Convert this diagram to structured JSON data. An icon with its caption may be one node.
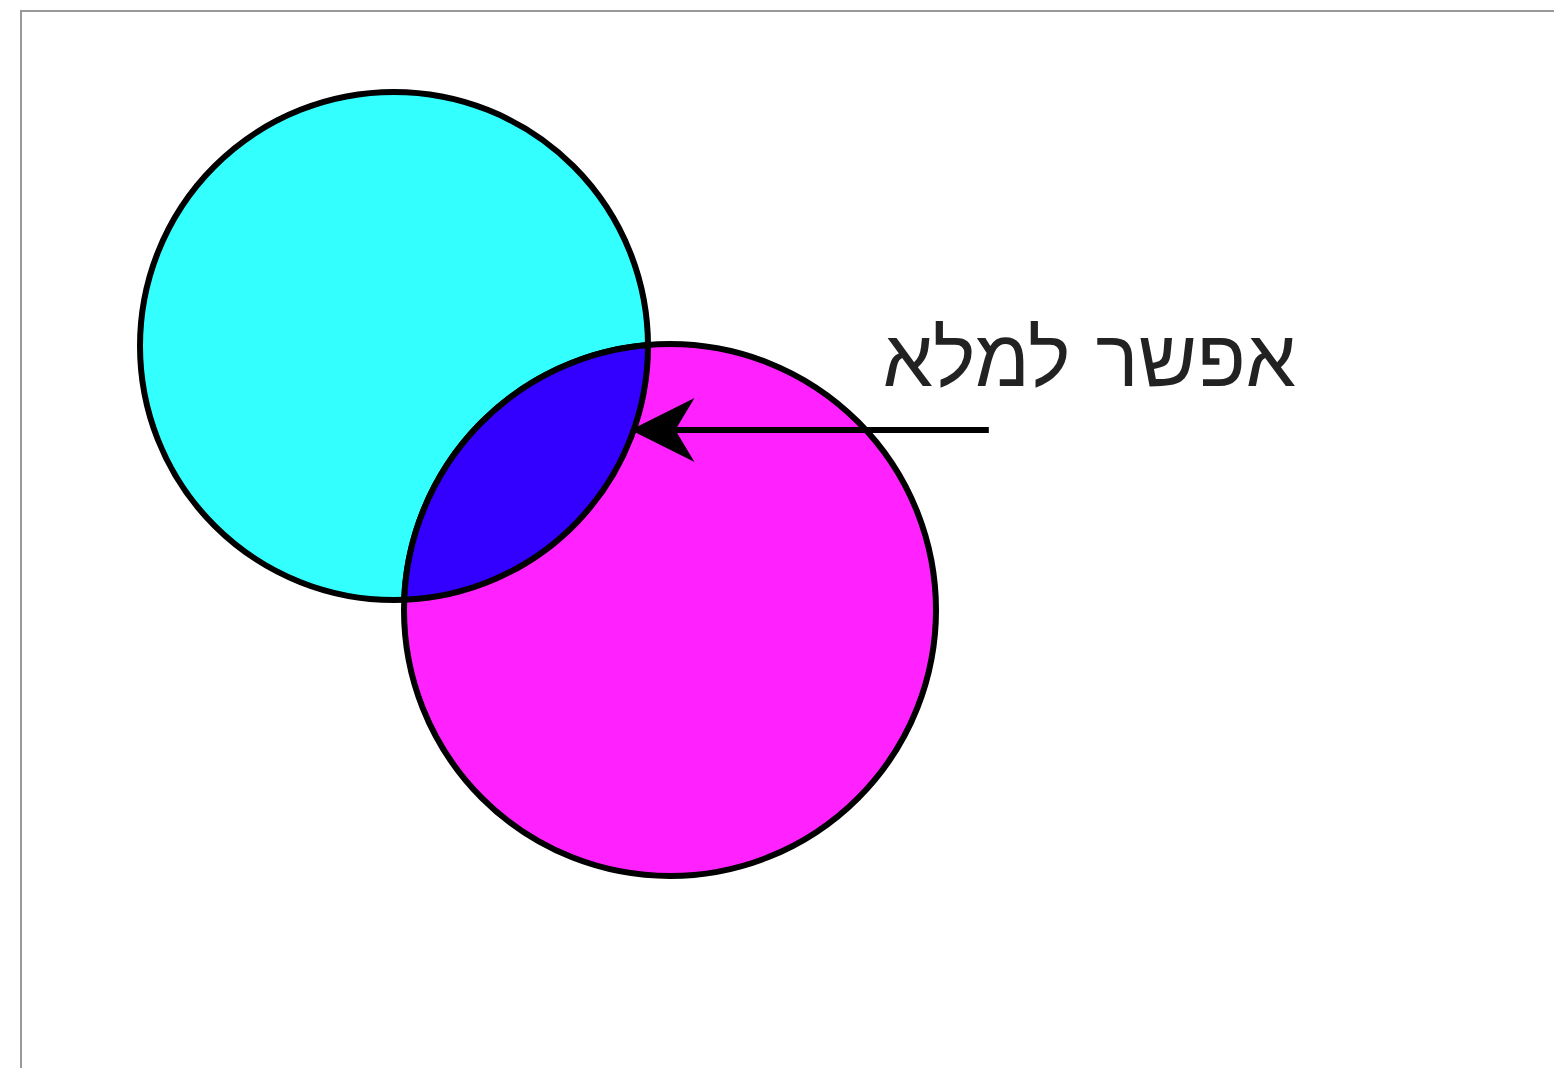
{
  "diagram": {
    "nodes": [
      {
        "text": [],
        "shape": "circle"
      },
      {
        "text": [],
        "shape": "circle"
      },
      {
        "text": [],
        "shape": "lens"
      },
      {
        "text": [
          "אפשר למלא"
        ]
      }
    ],
    "edges": [
      {
        "from": 3,
        "to": 2,
        "arrow": "to"
      }
    ]
  }
}
